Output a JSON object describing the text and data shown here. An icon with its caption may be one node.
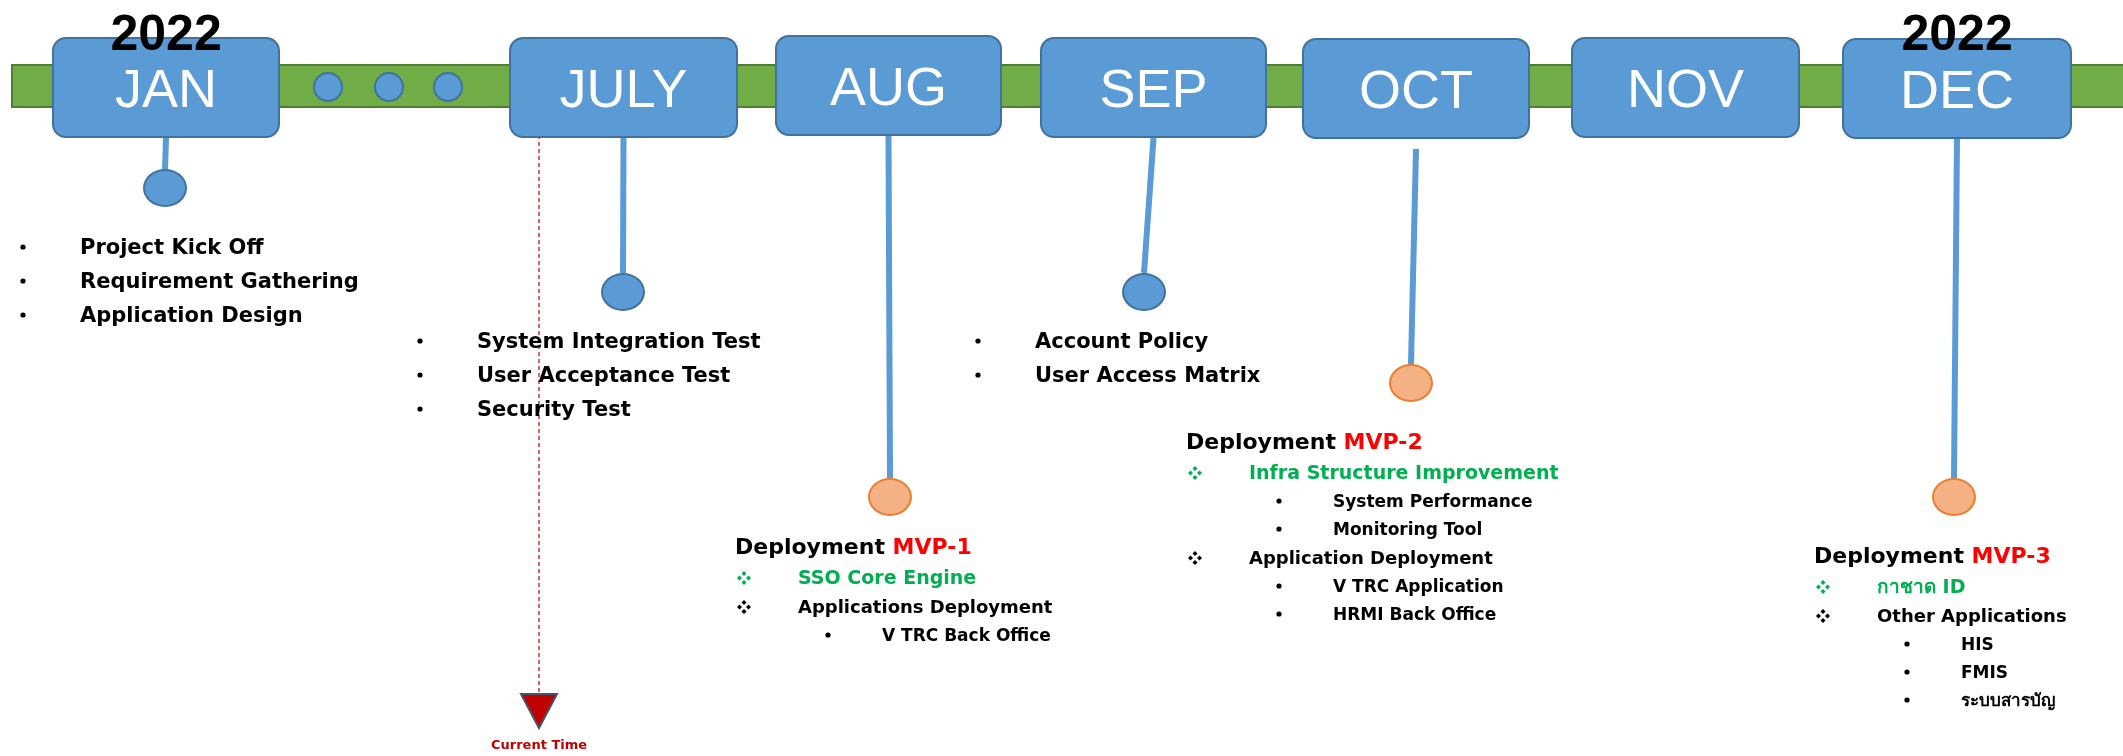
{
  "diagram": {
    "nodes": [
      {
        "text": [
          "JAN"
        ],
        "beside": [
          "2022"
        ]
      },
      {
        "text": [],
        "shape": "circle"
      },
      {
        "text": [],
        "shape": "circle"
      },
      {
        "text": [],
        "shape": "circle"
      },
      {
        "text": [
          "JULY"
        ]
      },
      {
        "text": [
          "AUG"
        ]
      },
      {
        "text": [
          "SEP"
        ]
      },
      {
        "text": [
          "OCT"
        ]
      },
      {
        "text": [
          "NOV"
        ]
      },
      {
        "text": [
          "DEC"
        ],
        "beside": [
          "2022"
        ]
      },
      {
        "text": [],
        "shape": "circle",
        "beside": [
          "Project Kick Off",
          "Requirement Gathering",
          "Application Design"
        ]
      },
      {
        "text": [],
        "shape": "circle",
        "beside": [
          "System Integration Test",
          "User Acceptance Test",
          "Security Test"
        ]
      },
      {
        "text": [],
        "shape": "circle",
        "beside": [
          "Deployment MVP-1",
          "SSO Core Engine",
          "Applications Deployment",
          "V TRC Back Office"
        ]
      },
      {
        "text": [],
        "shape": "circle",
        "beside": [
          "Account Policy",
          "User Access Matrix"
        ]
      },
      {
        "text": [],
        "shape": "circle",
        "beside": [
          "Deployment MVP-2",
          "Infra Structure Improvement",
          "System Performance",
          "Monitoring Tool",
          "Application Deployment",
          "V TRC Application",
          "HRMI Back Office"
        ]
      },
      {
        "text": [],
        "shape": "circle",
        "beside": [
          "Deployment MVP-3",
          "กาชาด ID",
          "Other Applications",
          "HIS",
          "FMIS",
          "ระบบสารบัญ"
        ]
      }
    ],
    "edges": [
      {
        "from": 0,
        "to": 10,
        "arrow": "none"
      },
      {
        "from": 4,
        "to": 11,
        "arrow": "none"
      },
      {
        "from": 5,
        "to": 12,
        "arrow": "none"
      },
      {
        "from": 6,
        "to": 13,
        "arrow": "none"
      },
      {
        "from": 7,
        "to": 14,
        "arrow": "none"
      },
      {
        "from": 9,
        "to": 15,
        "arrow": "none"
      }
    ],
    "labels": [
      "Current Time"
    ]
  }
}
